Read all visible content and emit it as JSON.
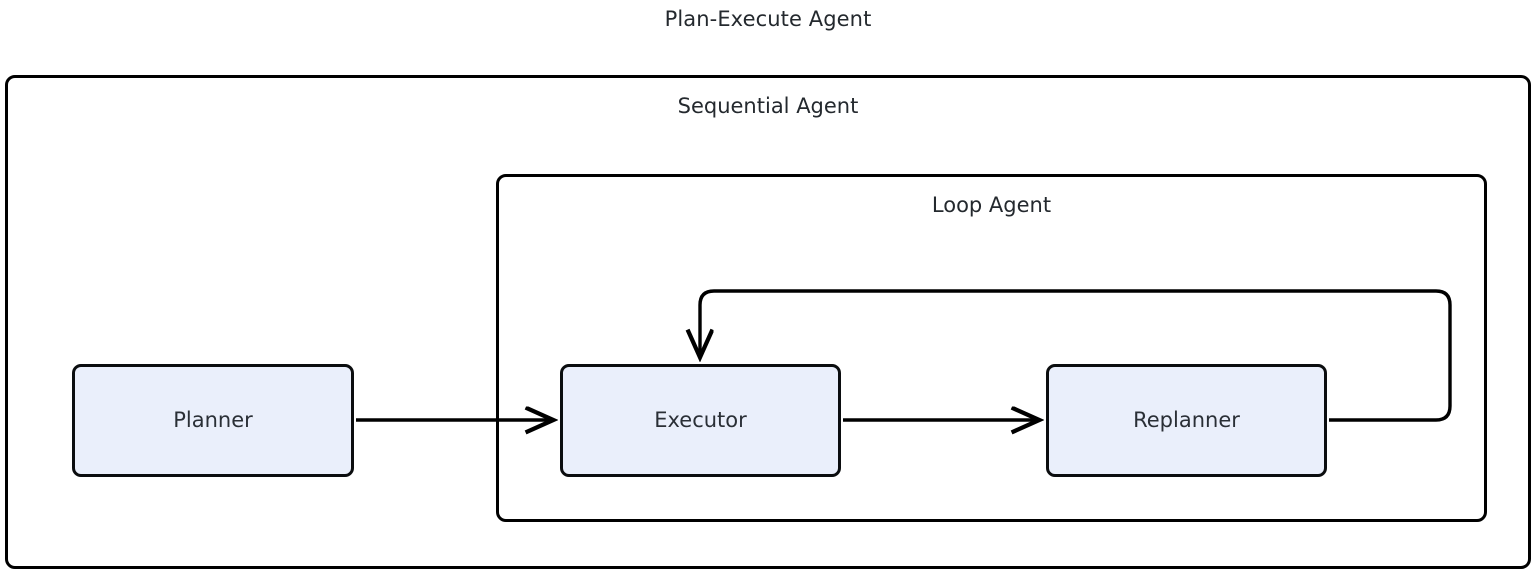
{
  "title": "Plan-Execute Agent",
  "theme": {
    "background": "#ffffff",
    "node_fill": "#eaeffb",
    "node_stroke": "#0b0d0f",
    "group_stroke": "#000000",
    "edge_stroke": "#000000",
    "text": "#24292e"
  },
  "groups": [
    {
      "id": "sequential",
      "label": "Sequential Agent"
    },
    {
      "id": "loop",
      "label": "Loop Agent"
    }
  ],
  "nodes": [
    {
      "id": "planner",
      "label": "Planner"
    },
    {
      "id": "executor",
      "label": "Executor"
    },
    {
      "id": "replanner",
      "label": "Replanner"
    }
  ],
  "edges": [
    {
      "id": "planner-to-executor",
      "from": "planner",
      "to": "executor",
      "kind": "straight-arrow"
    },
    {
      "id": "executor-to-replanner",
      "from": "executor",
      "to": "replanner",
      "kind": "straight-arrow"
    },
    {
      "id": "replanner-to-executor",
      "from": "replanner",
      "to": "executor",
      "kind": "loop-back-arrow"
    }
  ]
}
